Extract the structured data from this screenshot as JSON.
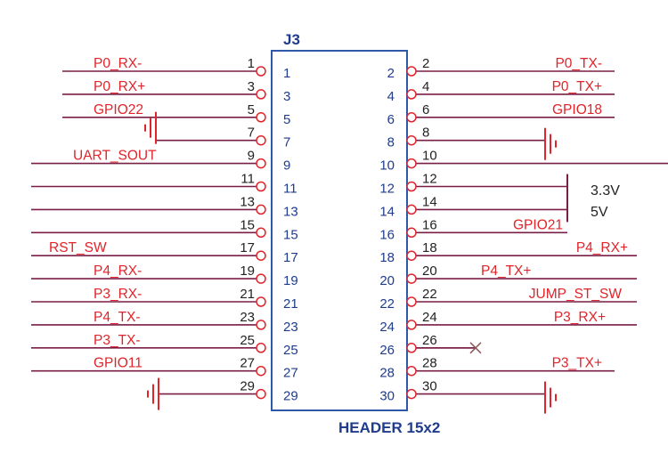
{
  "header": {
    "ref": "J3",
    "part": "HEADER 15x2"
  },
  "colors": {
    "body_outline": "#2f59a8",
    "pin_number": "#1f3b8c",
    "wire": "#7a1e46",
    "net_label": "#e0242a",
    "ground": "#e0242a",
    "power_label": "#222222"
  },
  "power": {
    "v33": "3.3V",
    "v5": "5V"
  },
  "left_pins": [
    {
      "num": "1",
      "net": "P0_RX-"
    },
    {
      "num": "3",
      "net": "P0_RX+"
    },
    {
      "num": "5",
      "net": "GPIO22"
    },
    {
      "num": "7",
      "net": "",
      "note": "ground"
    },
    {
      "num": "9",
      "net": "UART_SOUT"
    },
    {
      "num": "11",
      "net": ""
    },
    {
      "num": "13",
      "net": ""
    },
    {
      "num": "15",
      "net": ""
    },
    {
      "num": "17",
      "net": "RST_SW"
    },
    {
      "num": "19",
      "net": "P4_RX-"
    },
    {
      "num": "21",
      "net": "P3_RX-"
    },
    {
      "num": "23",
      "net": "P4_TX-"
    },
    {
      "num": "25",
      "net": "P3_TX-"
    },
    {
      "num": "27",
      "net": "GPIO11"
    },
    {
      "num": "29",
      "net": "",
      "note": "ground"
    }
  ],
  "right_pins": [
    {
      "num": "2",
      "net": "P0_TX-"
    },
    {
      "num": "4",
      "net": "P0_TX+"
    },
    {
      "num": "6",
      "net": "GPIO18"
    },
    {
      "num": "8",
      "net": "",
      "note": "ground"
    },
    {
      "num": "10",
      "net": ""
    },
    {
      "num": "12",
      "net": "",
      "note": "3.3V"
    },
    {
      "num": "14",
      "net": "",
      "note": "5V"
    },
    {
      "num": "16",
      "net": "GPIO21"
    },
    {
      "num": "18",
      "net": "P4_RX+"
    },
    {
      "num": "20",
      "net": "P4_TX+"
    },
    {
      "num": "22",
      "net": "JUMP_ST_SW"
    },
    {
      "num": "24",
      "net": "P3_RX+"
    },
    {
      "num": "26",
      "net": "",
      "note": "no-connect"
    },
    {
      "num": "28",
      "net": "P3_TX+"
    },
    {
      "num": "30",
      "net": "",
      "note": "ground"
    }
  ]
}
